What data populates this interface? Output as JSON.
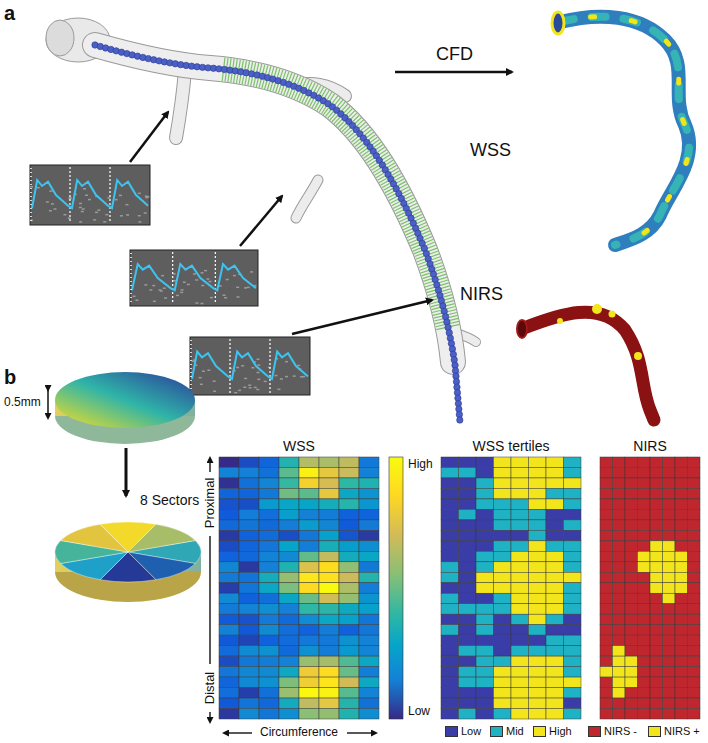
{
  "diagram": {
    "labels": [
      "a",
      "CFD",
      "WSS",
      "NIRS",
      "b",
      "0.5mm",
      "8 Sectors",
      "WSS",
      "High",
      "Low",
      "Proximal",
      "Distal",
      "Circumference",
      "WSS tertiles",
      "NIRS"
    ],
    "legend": [
      {
        "text": "Low",
        "color": "#3a3da8"
      },
      {
        "text": "Mid",
        "color": "#1fb1c4"
      },
      {
        "text": "High",
        "color": "#f2e51b"
      },
      {
        "text": "NIRS -",
        "color": "#c0262d"
      },
      {
        "text": "NIRS +",
        "color": "#f2e51b"
      }
    ]
  }
}
